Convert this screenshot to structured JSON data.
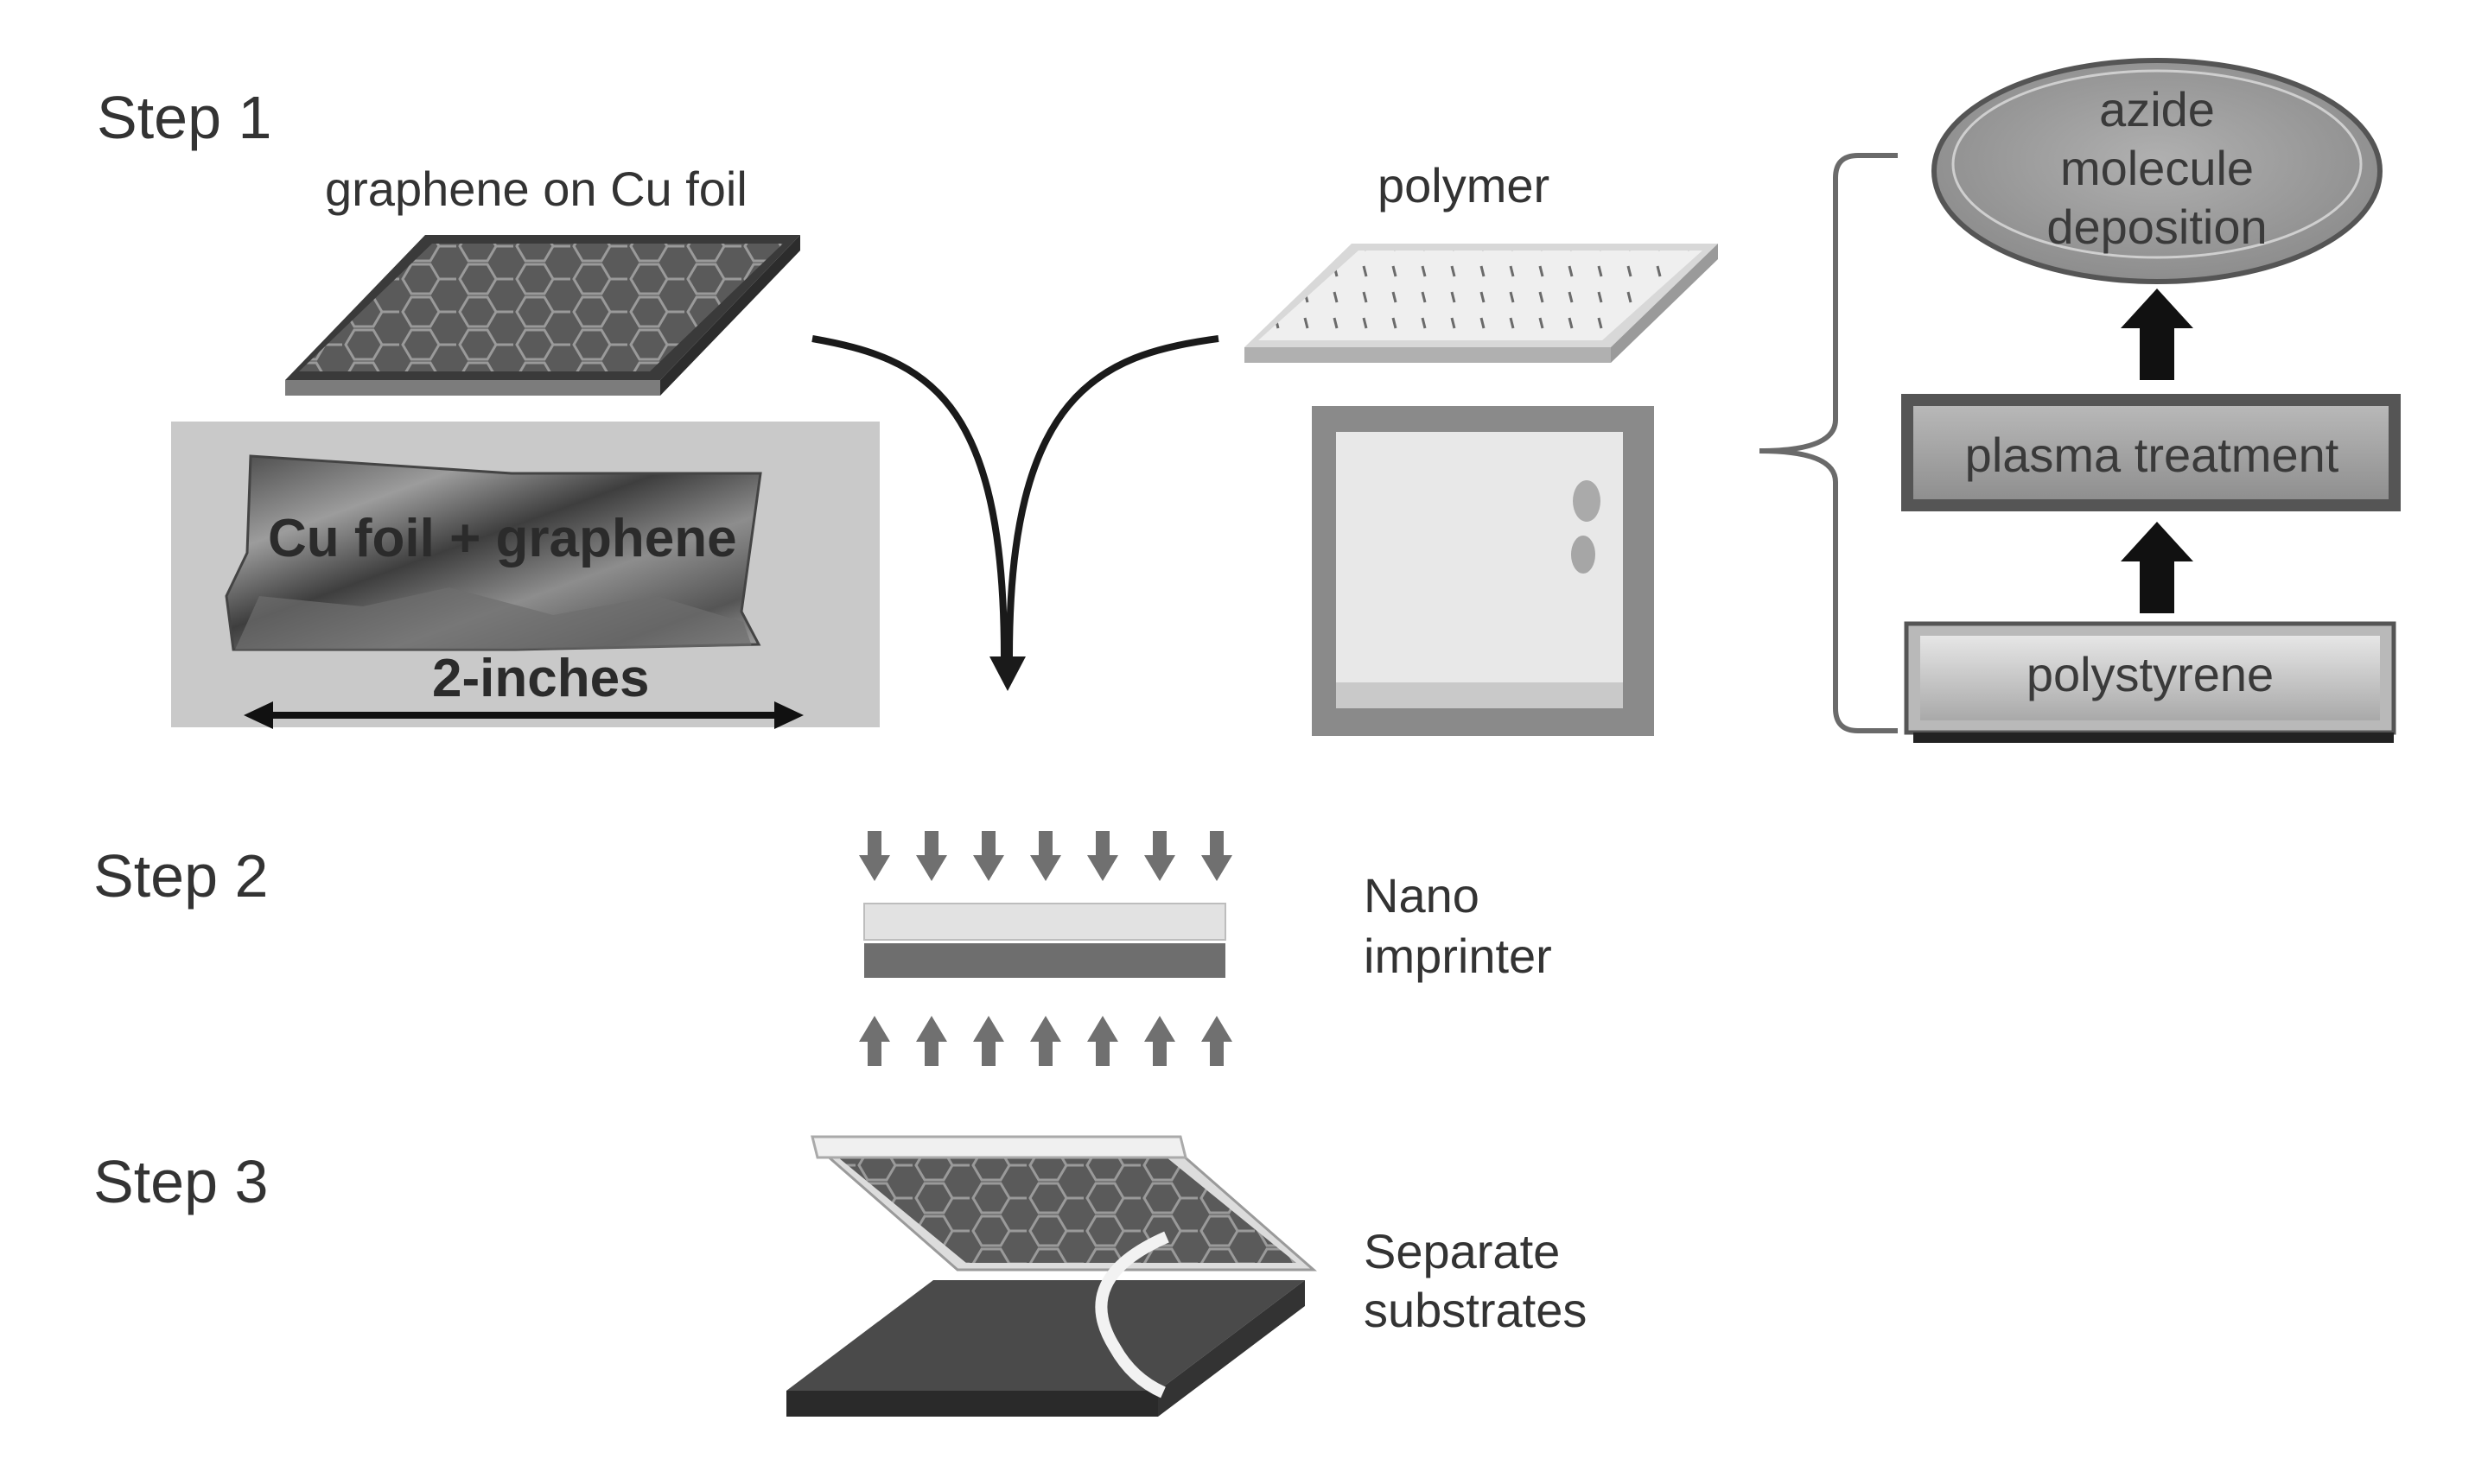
{
  "steps": {
    "step1": "Step 1",
    "step2": "Step 2",
    "step3": "Step 3"
  },
  "step1": {
    "graphene_label": "graphene on Cu foil",
    "polymer_label": "polymer",
    "photo_cu": {
      "text": "Cu foil + graphene",
      "scale_text": "2-inches"
    },
    "process": {
      "top": [
        "azide",
        "molecule",
        "deposition"
      ],
      "middle": "plasma treatment",
      "bottom": "polystyrene"
    }
  },
  "step2": {
    "label": [
      "Nano",
      "imprinter"
    ]
  },
  "step3": {
    "label": [
      "Separate",
      "substrates"
    ]
  }
}
